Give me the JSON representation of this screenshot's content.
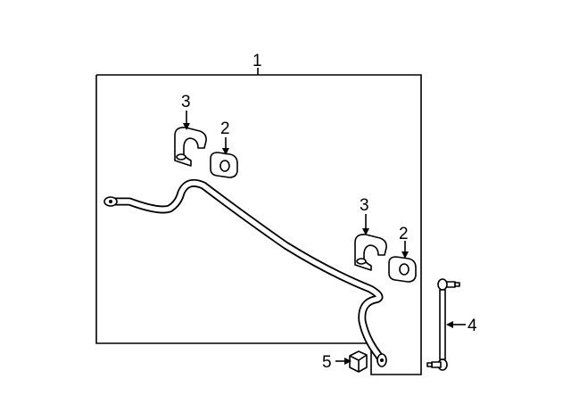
{
  "callouts": {
    "assembly": "1",
    "bushing_upper": "2",
    "bracket_upper": "3",
    "bracket_lower": "3",
    "bushing_lower": "2",
    "link": "4",
    "nut": "5"
  }
}
